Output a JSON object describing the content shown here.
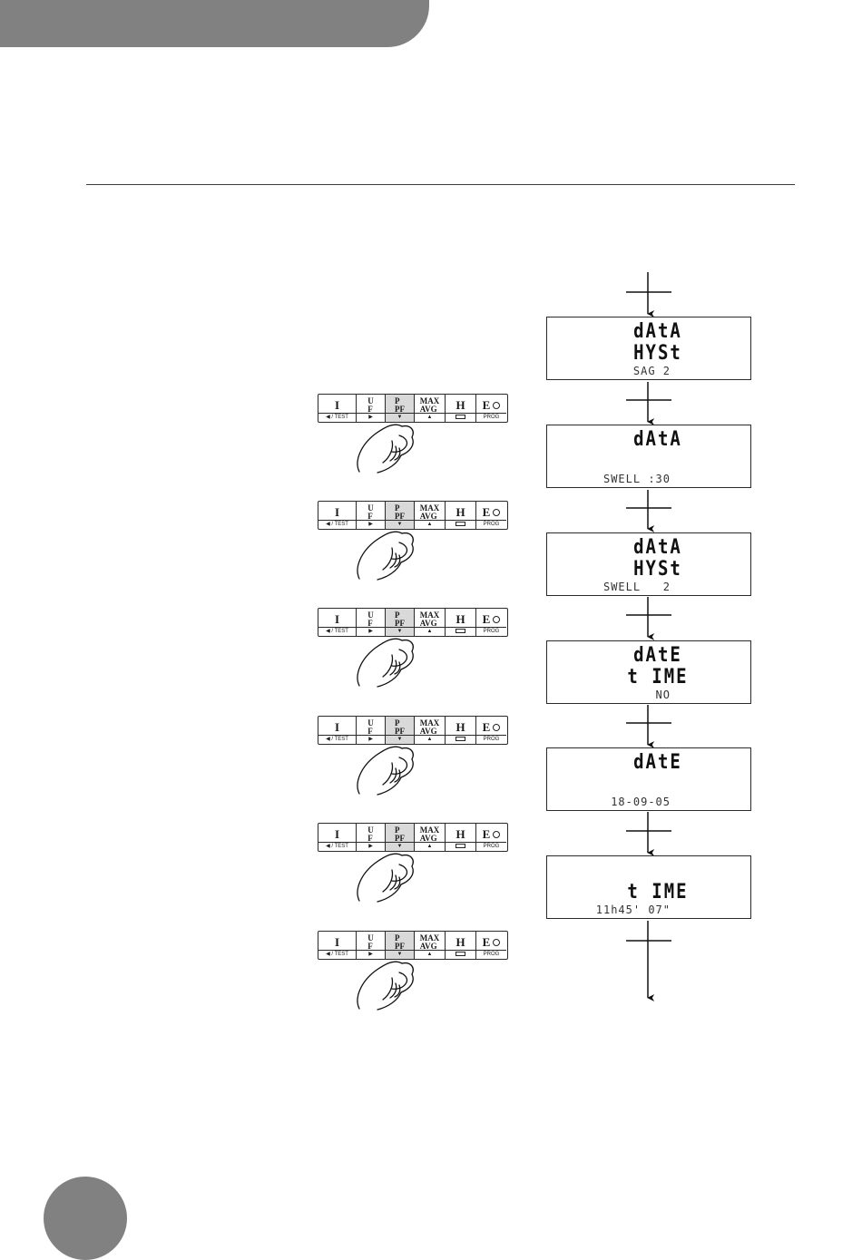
{
  "keypad": {
    "keys": [
      {
        "label": "I",
        "sub": "◀ / TEST",
        "big": true
      },
      {
        "label": "U\nF",
        "sub": "▶",
        "big": false
      },
      {
        "label": "P\nPF",
        "sub": "▼",
        "big": false,
        "highlight": true
      },
      {
        "label": "MAX\nAVG",
        "sub": "▲",
        "big": false
      },
      {
        "label": "H",
        "sub": "",
        "big": true,
        "bar": true
      },
      {
        "label": "E",
        "sub": "PROG",
        "big": true,
        "clock": true
      }
    ]
  },
  "screens": [
    {
      "line1": "dAtA",
      "line2": "HYSt",
      "small": "SAG 2"
    },
    {
      "line1": "dAtA",
      "line2": "",
      "small": "SWELL :30"
    },
    {
      "line1": "dAtA",
      "line2": "HYSt",
      "small": "SWELL   2"
    },
    {
      "line1": "dAtE",
      "line2": "t IME",
      "small": "NO"
    },
    {
      "line1": "dAtE",
      "line2": "",
      "small": "18-09-05"
    },
    {
      "line1": "",
      "line2": "t IME",
      "small": "11h45' 07\""
    }
  ]
}
